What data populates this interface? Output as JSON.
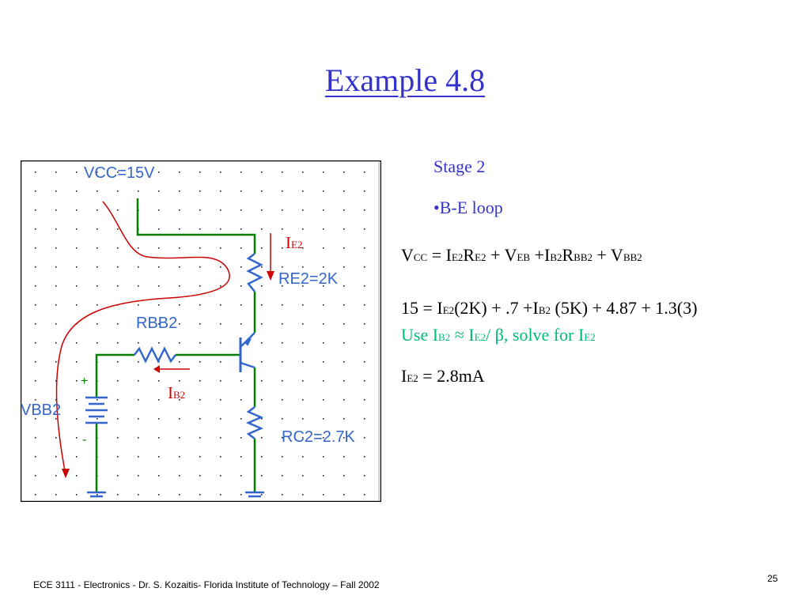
{
  "title": "Example 4.8",
  "schematic": {
    "vcc_label": "VCC=15V",
    "re_label": "RE2=2K",
    "rbb_label": "RBB2",
    "vbb_label": "VBB2",
    "rc_label": "RC2=2.7K",
    "plus_sign": "+",
    "minus_sign": "-",
    "ie_main": "I",
    "ie_sub": "E2",
    "ib_main": "I",
    "ib_sub": "B2",
    "colors": {
      "wire": "#008000",
      "component": "#3366cc",
      "current": "#cc0000",
      "grid": "#000000"
    }
  },
  "right": {
    "stage": "Stage 2",
    "bullet": "•B-E loop",
    "eq1": [
      {
        "t": "V"
      },
      {
        "s": "CC"
      },
      {
        "t": " = I"
      },
      {
        "s": "E2"
      },
      {
        "t": "R"
      },
      {
        "s": "E2"
      },
      {
        "t": " + V"
      },
      {
        "s": "EB"
      },
      {
        "t": " +I"
      },
      {
        "s": "B2"
      },
      {
        "t": "R"
      },
      {
        "s": "BB2"
      },
      {
        "t": " + V"
      },
      {
        "s": "BB2"
      }
    ],
    "eq2": [
      {
        "t": "15 = I"
      },
      {
        "s": "E2"
      },
      {
        "t": "(2K) + .7 +I"
      },
      {
        "s": "B2"
      },
      {
        "t": " (5K) + 4.87 + 1.3(3)"
      }
    ],
    "eq3": [
      {
        "t": "Use I"
      },
      {
        "s": "B2"
      },
      {
        "t": " ≈ I"
      },
      {
        "s": "E2"
      },
      {
        "t": "/ β, solve for I"
      },
      {
        "s": "E2"
      }
    ],
    "eq4": [
      {
        "t": "I"
      },
      {
        "s": "E2"
      },
      {
        "t": " = 2.8mA"
      }
    ]
  },
  "footer": "ECE 3111 - Electronics - Dr. S. Kozaitis- Florida Institute of Technology – Fall 2002",
  "page_number": "25"
}
